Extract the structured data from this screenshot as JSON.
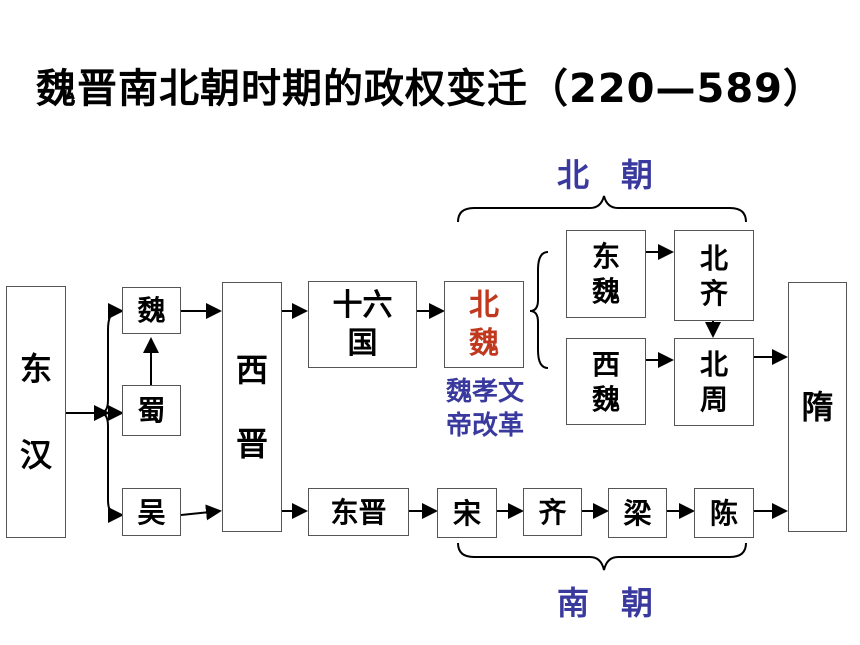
{
  "title": "魏晋南北朝时期的政权变迁（220—589）",
  "colors": {
    "text": "#000000",
    "highlight": "#c0391e",
    "group_label": "#3a3a9e",
    "border": "#555555"
  },
  "nodes": {
    "donghan": [
      "东",
      "汉"
    ],
    "wei": "魏",
    "shu": "蜀",
    "wu": "吴",
    "xijin": [
      "西",
      "晋"
    ],
    "shiliuguo": [
      "十六",
      "国"
    ],
    "beiwei": [
      "北",
      "魏"
    ],
    "dongwei": [
      "东",
      "魏"
    ],
    "beiqi": [
      "北",
      "齐"
    ],
    "xiwei": [
      "西",
      "魏"
    ],
    "beizhou": [
      "北",
      "周"
    ],
    "sui": "隋",
    "dongjin": "东晋",
    "song": "宋",
    "qi": "齐",
    "liang": "梁",
    "chen": "陈"
  },
  "annotations": {
    "reform": [
      "魏孝文",
      "帝改革"
    ],
    "northern_dynasties": "北　朝",
    "southern_dynasties": "南　朝"
  }
}
